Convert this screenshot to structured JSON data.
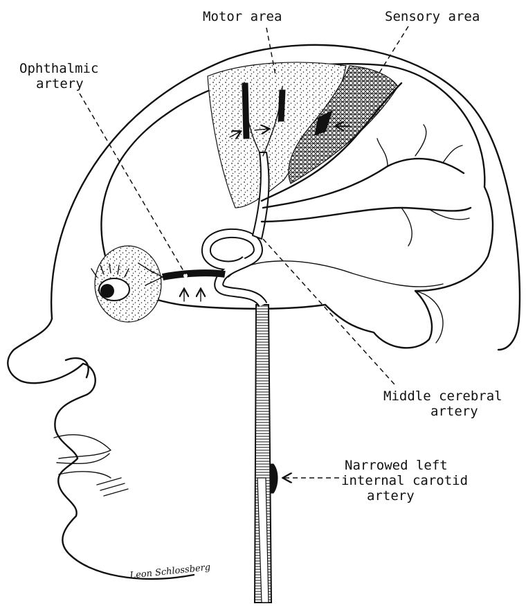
{
  "labels": {
    "motor_area": "Motor area",
    "sensory_area": "Sensory area",
    "ophthalmic_line1": "Ophthalmic",
    "ophthalmic_line2": "artery",
    "middle_line1": "Middle cerebral",
    "middle_line2": "artery",
    "carotid_line1": "Narrowed left",
    "carotid_line2": "internal carotid",
    "carotid_line3": "artery"
  },
  "signature": "Leon Schlossberg",
  "colors": {
    "ink": "#111111",
    "paper": "#ffffff"
  }
}
